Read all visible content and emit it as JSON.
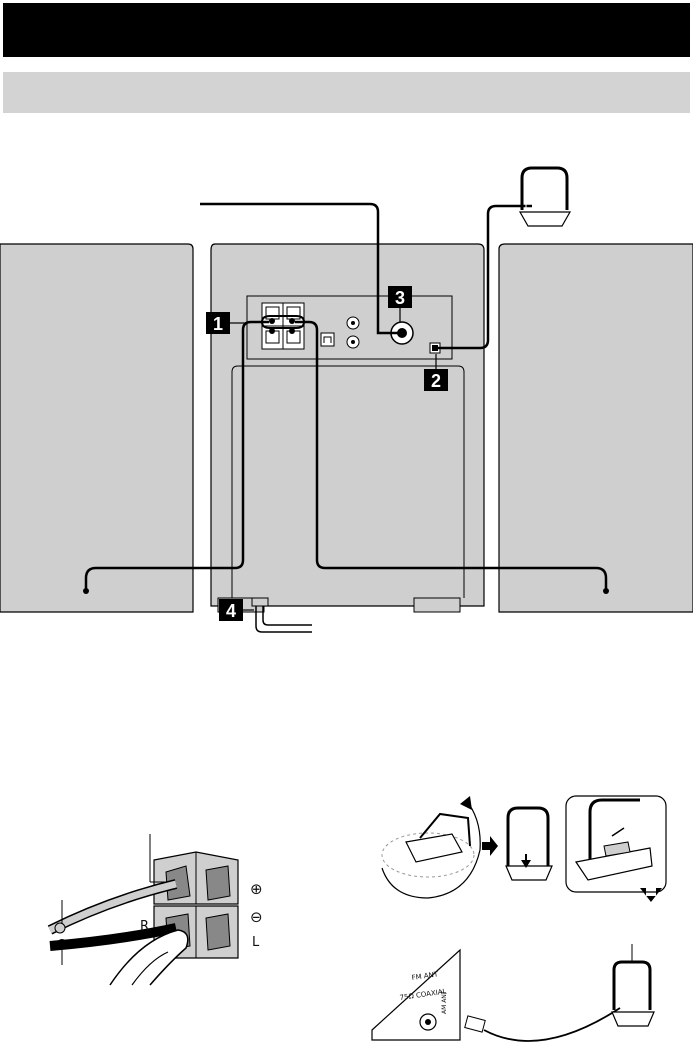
{
  "header": {
    "title": "",
    "subtitle": ""
  },
  "diagram": {
    "step_badges": [
      "1",
      "2",
      "3",
      "4"
    ],
    "terminal_labels": {
      "plus": "⊕",
      "minus": "⊖",
      "left_channel": "L",
      "right_channel": "R"
    },
    "antenna_panel": {
      "fm_label": "FM ANT",
      "coaxial_label": "75Ω COAXIAL",
      "am_label": "AM ANT"
    },
    "colors": {
      "badge": "#000000",
      "panel_fill": "#cfcfcf",
      "line": "#000000"
    }
  }
}
